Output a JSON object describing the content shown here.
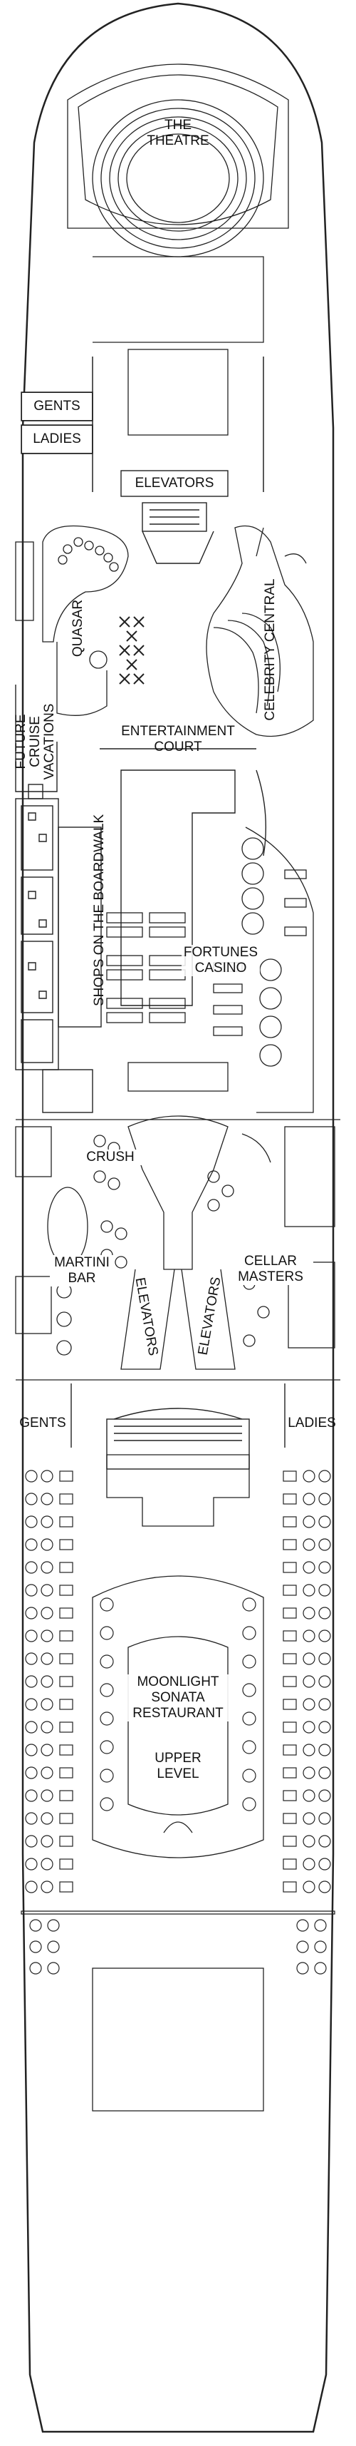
{
  "deck": {
    "venues": {
      "theatre": "THE\nTHEATRE",
      "gents_top": "GENTS",
      "ladies_top": "LADIES",
      "elevators_top": "ELEVATORS",
      "quasar": "QUASAR",
      "celebrity_central": "CELEBRITY CENTRAL",
      "future_cruise": "FUTURE\nCRUISE\nVACATIONS",
      "entertainment_court": "ENTERTAINMENT\nCOURT",
      "shops": "SHOPS ON THE BOARDWALK",
      "fortunes_casino": "FORTUNES\nCASINO",
      "crush": "CRUSH",
      "martini_bar": "MARTINI\nBAR",
      "cellar_masters": "CELLAR\nMASTERS",
      "elevators_left": "ELEVATORS",
      "elevators_right": "ELEVATORS",
      "gents_bottom": "GENTS",
      "ladies_bottom": "LADIES",
      "moonlight_sonata": "MOONLIGHT\nSONATA\nRESTAURANT",
      "upper_level": "UPPER\nLEVEL"
    }
  },
  "colors": {
    "line": "#222222",
    "fill": "#ffffff"
  }
}
